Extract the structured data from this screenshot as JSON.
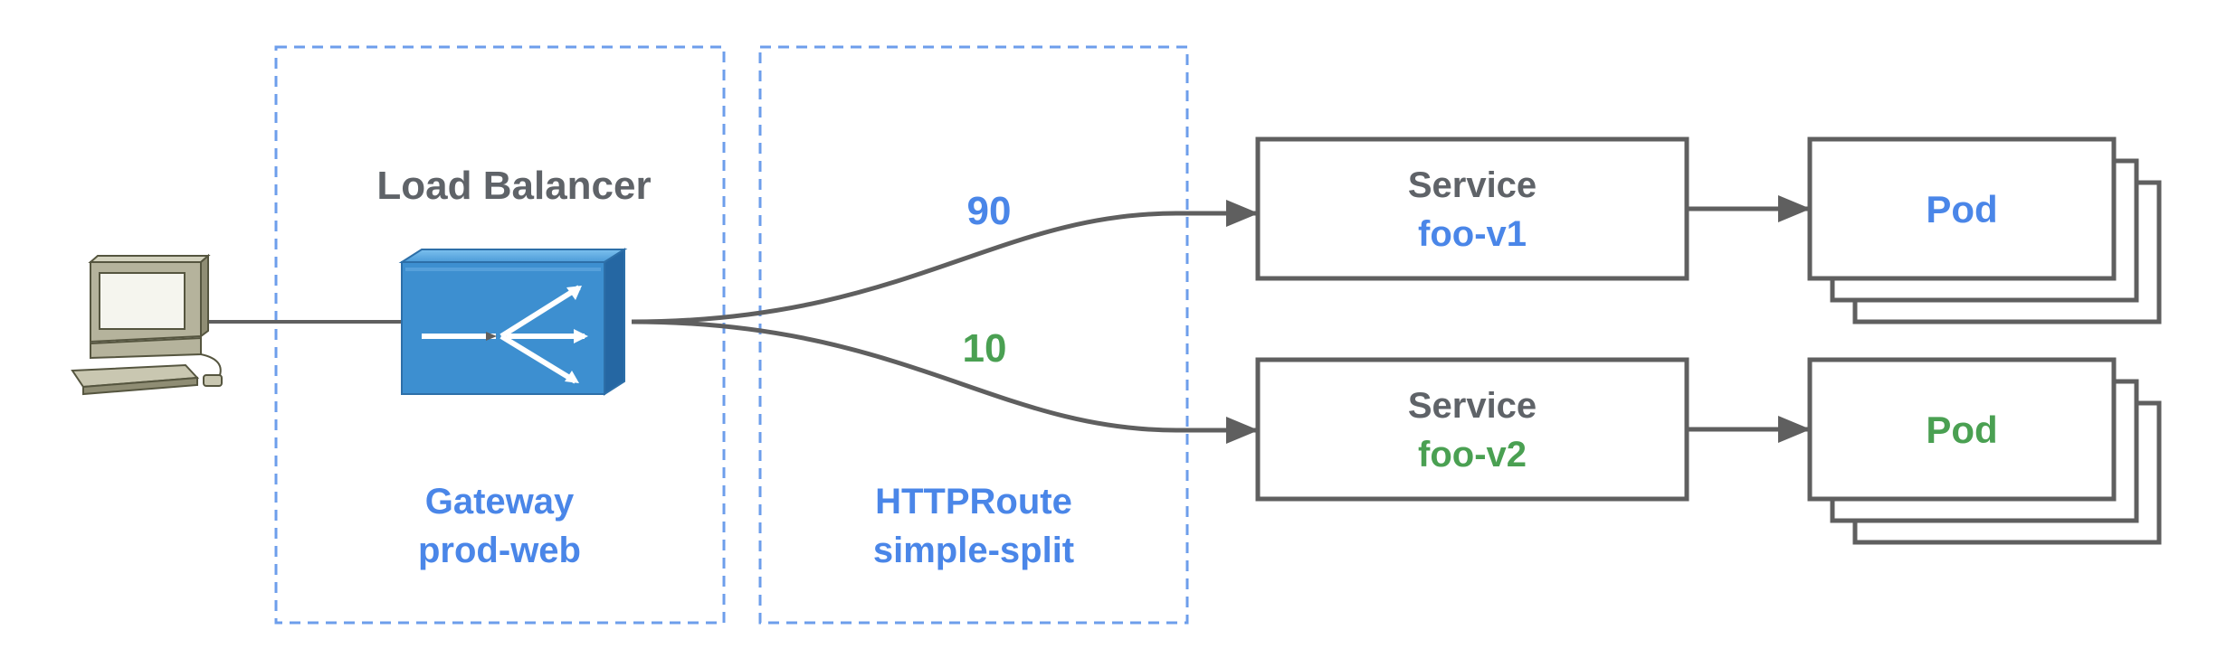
{
  "gateway": {
    "heading": "Load Balancer",
    "kind": "Gateway",
    "name": "prod-web"
  },
  "route": {
    "kind": "HTTPRoute",
    "name": "simple-split"
  },
  "weights": [
    {
      "value": "90",
      "color": "#4a86e8"
    },
    {
      "value": "10",
      "color": "#4aa052"
    }
  ],
  "services": [
    {
      "kind": "Service",
      "name": "foo-v1",
      "color": "#4a86e8"
    },
    {
      "kind": "Service",
      "name": "foo-v2",
      "color": "#4aa052"
    }
  ],
  "pods": [
    {
      "label": "Pod",
      "color": "#4a86e8"
    },
    {
      "label": "Pod",
      "color": "#4aa052"
    }
  ],
  "colors": {
    "accent_blue": "#4a86e8",
    "accent_green": "#4aa052",
    "line": "#5f5f5f",
    "text": "#5f6368",
    "dashed_border": "#6d9eeb",
    "switch_face": "#3d8fd0"
  },
  "icons": {
    "client": "computer-icon",
    "load_balancer": "switch-icon"
  }
}
